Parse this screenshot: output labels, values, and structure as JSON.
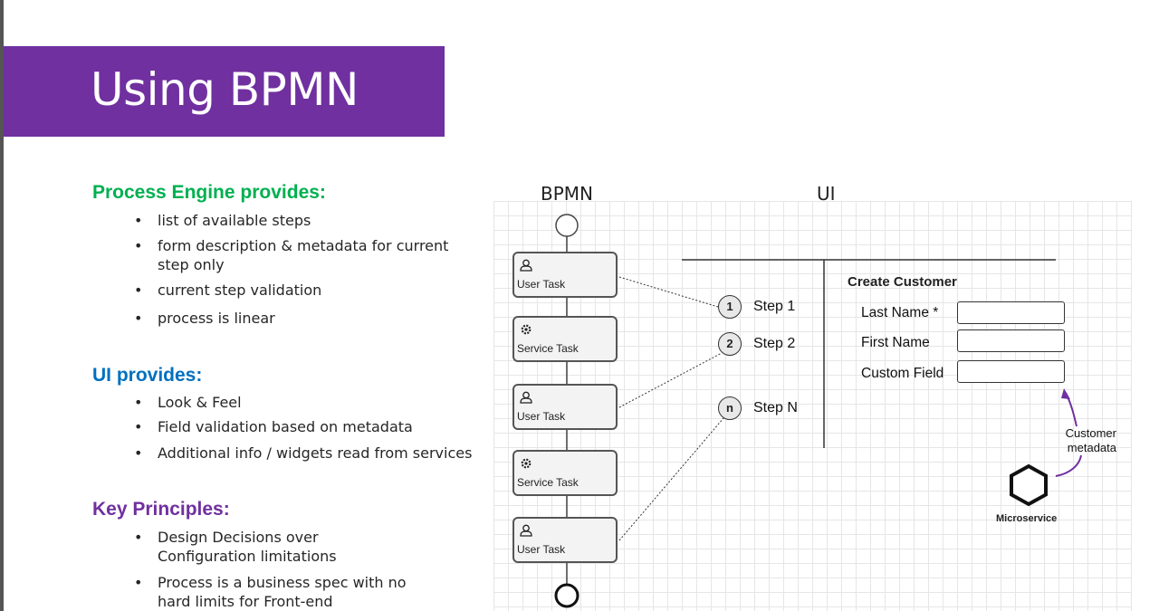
{
  "slide": {
    "title": "Using BPMN",
    "colors": {
      "title_bar": "#7030a0",
      "green": "#00b050",
      "blue": "#0070c0",
      "purple": "#7030a0"
    }
  },
  "sections": [
    {
      "heading": "Process Engine provides:",
      "items": [
        "list of available steps",
        "form description & metadata for current step only",
        "current step validation",
        "process is linear"
      ]
    },
    {
      "heading": "UI provides:",
      "items": [
        "Look & Feel",
        "Field validation based on metadata",
        "Additional info / widgets read from services"
      ]
    },
    {
      "heading": "Key Principles:",
      "items": [
        "Design Decisions over Configuration limitations",
        "Process is a business spec with no hard limits for Front-end"
      ]
    }
  ],
  "diagram": {
    "bpmn_label": "BPMN",
    "ui_label": "UI",
    "tasks": [
      {
        "label": "User Task",
        "icon": "user-icon"
      },
      {
        "label": "Service Task",
        "icon": "gear-icon"
      },
      {
        "label": "User Task",
        "icon": "user-icon"
      },
      {
        "label": "Service Task",
        "icon": "gear-icon"
      },
      {
        "label": "User Task",
        "icon": "user-icon"
      }
    ],
    "steps": [
      {
        "marker": "1",
        "label": "Step 1"
      },
      {
        "marker": "2",
        "label": "Step 2"
      },
      {
        "marker": "n",
        "label": "Step N"
      }
    ],
    "form": {
      "title": "Create Customer",
      "fields": [
        {
          "label": "Last Name *",
          "value": ""
        },
        {
          "label": "First Name",
          "value": ""
        },
        {
          "label": "Custom Field",
          "value": ""
        }
      ]
    },
    "customer_metadata_line1": "Customer",
    "customer_metadata_line2": "metadata",
    "microservice_label": "Microservice"
  }
}
